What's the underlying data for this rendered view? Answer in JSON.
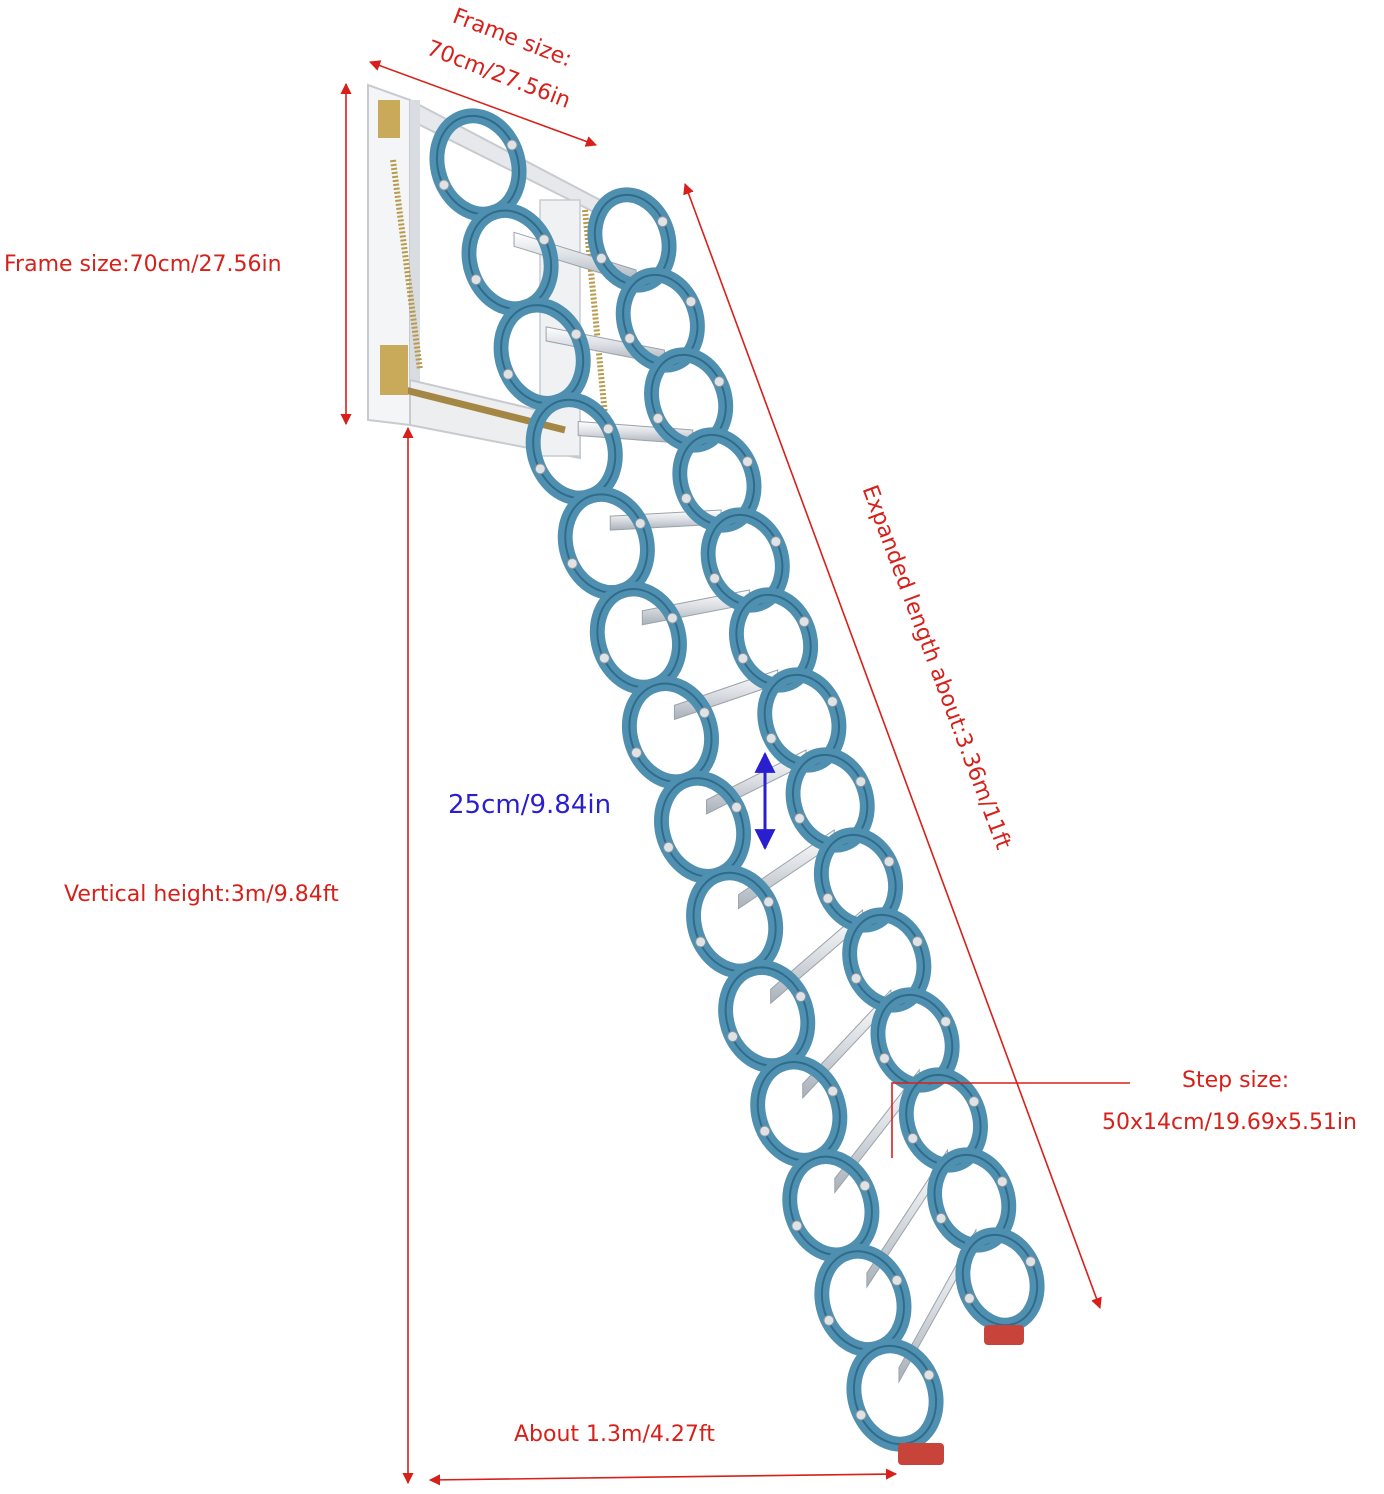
{
  "annotations": {
    "frame_top_line1": "Frame size:",
    "frame_top_line2": "70cm/27.56in",
    "frame_left": "Frame size:70cm/27.56in",
    "expanded_length": "Expanded length about:3.36m/11ft",
    "step_spacing": "25cm/9.84in",
    "vertical_height": "Vertical height:3m/9.84ft",
    "step_size_line1": "Step size:",
    "step_size_line2": "50x14cm/19.69x5.51in",
    "base_width": "About 1.3m/4.27ft"
  },
  "colors": {
    "annotation_red": "#d8201a",
    "annotation_blue": "#2a1fcf",
    "ladder_blue": "#4f8fb0",
    "frame_white": "#eef0f2",
    "foot_red": "#c8443a"
  },
  "icons": [
    "dimension-arrow-icon",
    "ladder-illustration",
    "mounting-frame",
    "spring-icon",
    "rubber-foot-icon"
  ]
}
